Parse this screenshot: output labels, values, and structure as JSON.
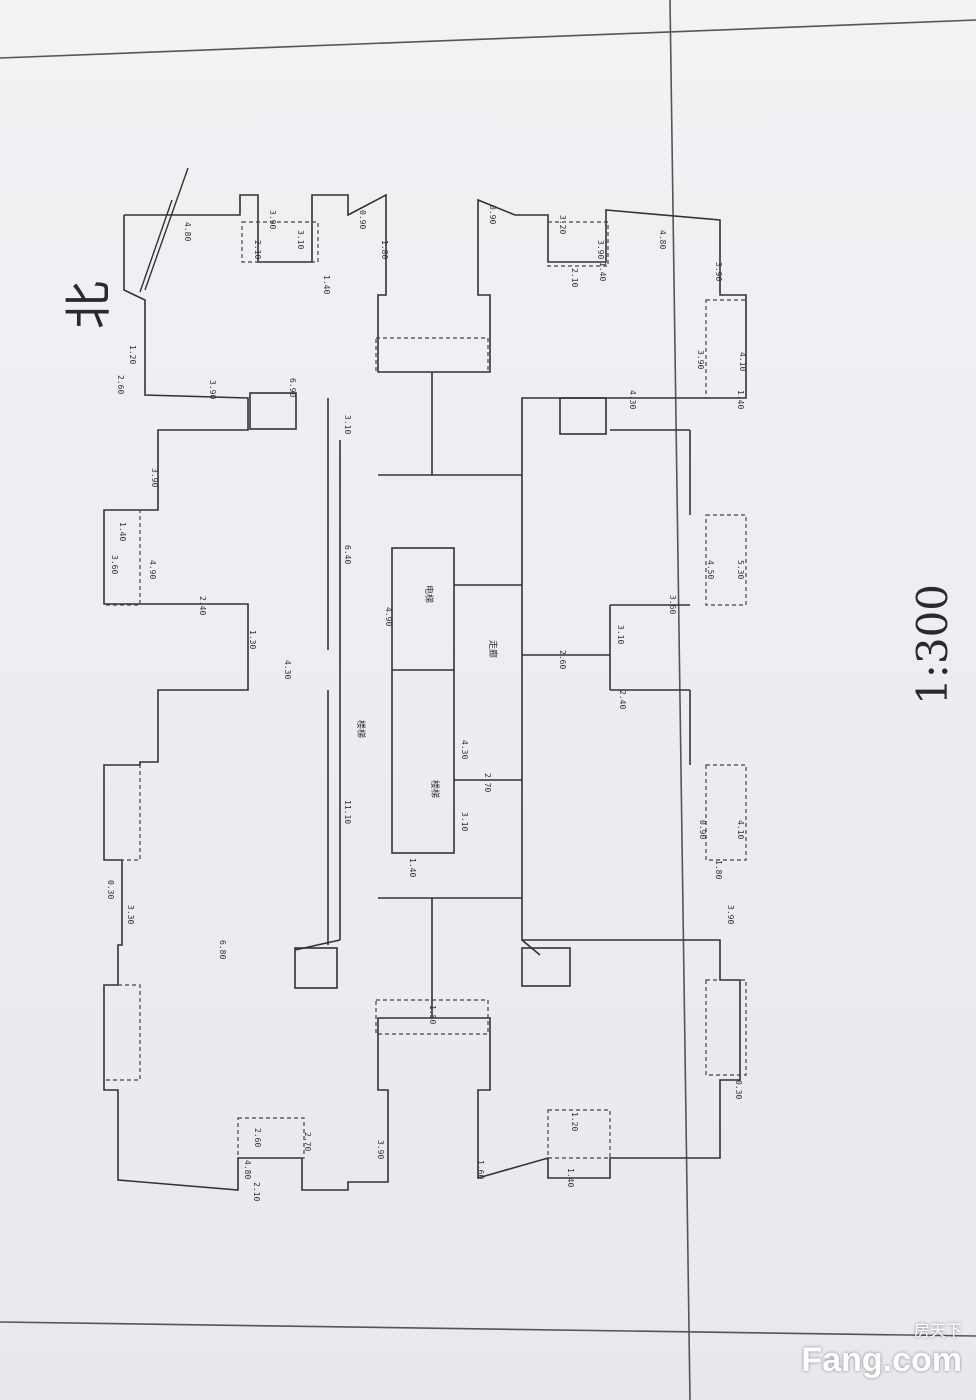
{
  "scale": "1:300",
  "north_mark": "北",
  "watermark": {
    "top": "房天下",
    "main": "Fang.com"
  },
  "dimension_labels": [
    "4.80",
    "3.90",
    "3.10",
    "2.10",
    "0.90",
    "1.80",
    "1.40",
    "3.20",
    "3.90",
    "1.40",
    "0.90",
    "4.80",
    "3.90",
    "2.10",
    "2.60",
    "3.90",
    "1.20",
    "3.90",
    "4.10",
    "1.40",
    "6.90",
    "4.30",
    "3.10",
    "3.90",
    "1.40",
    "3.60",
    "4.90",
    "2.40",
    "1.30",
    "4.30",
    "3.60",
    "4.50",
    "5.30",
    "3.10",
    "2.60",
    "2.40",
    "11.10",
    "6.40",
    "4.90",
    "4.30",
    "3.10",
    "2.70",
    "1.40",
    "6.80",
    "3.30",
    "3.90",
    "4.10",
    "0.90",
    "1.80",
    "4.80",
    "2.60",
    "2.70",
    "3.90",
    "1.40",
    "1.20",
    "1.60",
    "0.30",
    "0.30",
    "2.10",
    "1.50"
  ],
  "room_labels": [
    "楼梯",
    "楼梯",
    "电梯",
    "走廊"
  ]
}
